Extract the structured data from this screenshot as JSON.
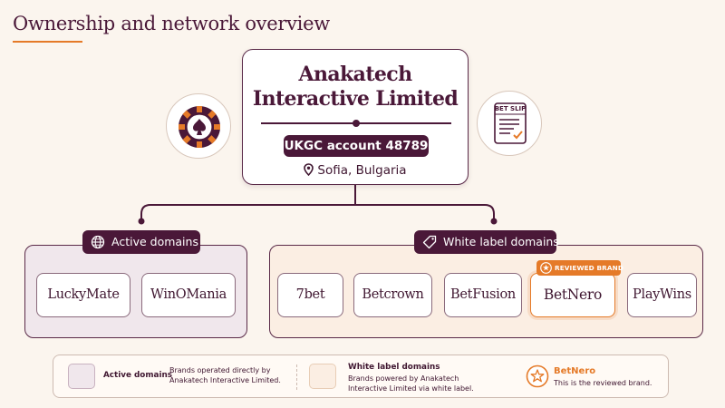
{
  "page": {
    "title": "Ownership and network overview"
  },
  "company": {
    "name_line1": "Anakatech",
    "name_line2": "Interactive Limited",
    "account": "UKGC account 48789",
    "location": "Sofia, Bulgaria"
  },
  "icons": {
    "left": "casino-chip-icon",
    "right": "bet-slip-icon",
    "bet_slip_text": "BET SLIP"
  },
  "groups": {
    "active": {
      "label": "Active domains",
      "icon": "globe-icon",
      "brands": [
        "LuckyMate",
        "WinOMania"
      ]
    },
    "white_label": {
      "label": "White label domains",
      "icon": "tag-icon",
      "brands": [
        "7bet",
        "Betcrown",
        "BetFusion",
        "BetNero",
        "PlayWins"
      ]
    }
  },
  "reviewed": {
    "badge": "REVIEWED BRAND",
    "brand": "BetNero"
  },
  "legend": {
    "active_label": "Active domains",
    "active_desc_line1": "Brands operated directly by",
    "active_desc_line2": "Anakatech Interactive Limited.",
    "white_label": "White label domains",
    "white_desc_line1": "Brands powered by Anakatech",
    "white_desc_line2": "Interactive Limited via white label.",
    "reviewed_label": "BetNero",
    "reviewed_desc": "This is the reviewed brand."
  },
  "colors": {
    "primary": "#4a1838",
    "accent": "#e57a28",
    "background": "#fbf5ee",
    "active_fill": "#f0e7ec",
    "white_label_fill": "#fbeee3"
  }
}
